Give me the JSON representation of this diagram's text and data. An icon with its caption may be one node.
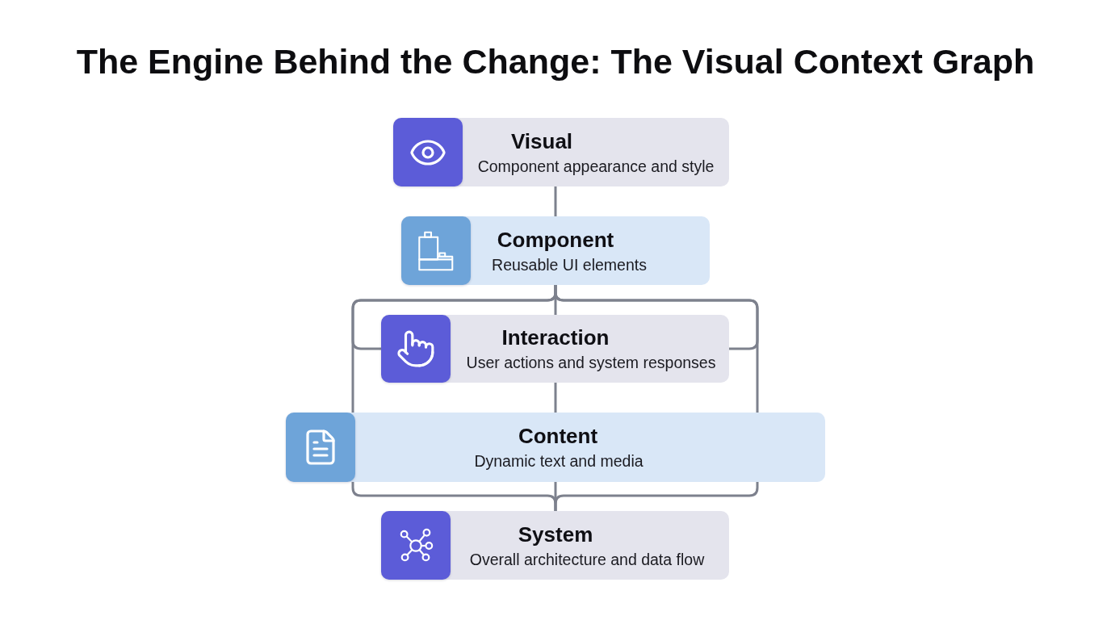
{
  "diagram": {
    "title": "The Engine Behind the Change: The Visual Context Graph",
    "nodes": [
      {
        "text": [
          "Visual",
          "Component appearance and style"
        ]
      },
      {
        "text": [
          "Component",
          "Reusable UI elements"
        ]
      },
      {
        "text": [
          "Interaction",
          "User actions and system responses"
        ]
      },
      {
        "text": [
          "Content",
          "Dynamic text and media"
        ]
      },
      {
        "text": [
          "System",
          "Overall architecture and data flow"
        ]
      }
    ],
    "edges": [
      {
        "from": 0,
        "to": 1,
        "arrow": "none"
      },
      {
        "from": 1,
        "to": 2,
        "arrow": "none"
      },
      {
        "from": 1,
        "to": 2,
        "arrow": "none"
      },
      {
        "from": 1,
        "to": 3,
        "arrow": "none"
      },
      {
        "from": 1,
        "to": 2,
        "arrow": "none"
      },
      {
        "from": 1,
        "to": 3,
        "arrow": "none"
      },
      {
        "from": 2,
        "to": 3,
        "arrow": "none"
      },
      {
        "from": 3,
        "to": 4,
        "arrow": "none"
      },
      {
        "from": 3,
        "to": 4,
        "arrow": "none"
      },
      {
        "from": 3,
        "to": 4,
        "arrow": "none"
      }
    ]
  }
}
